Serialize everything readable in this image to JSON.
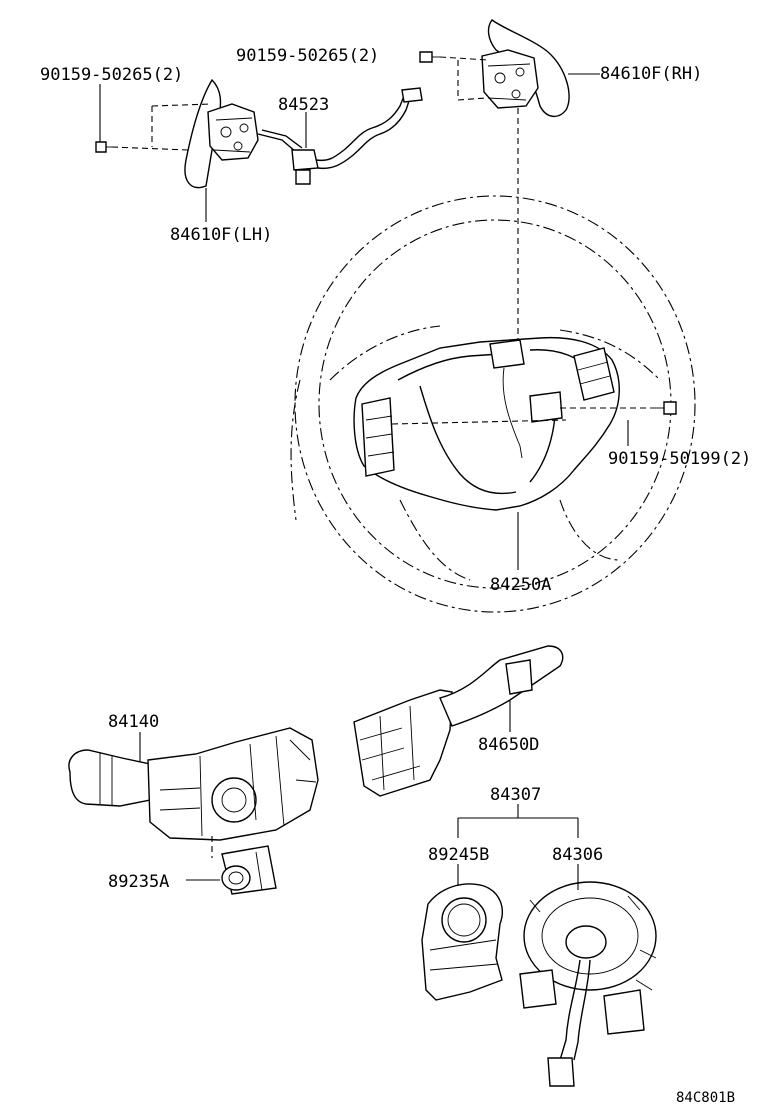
{
  "labels": {
    "bolt_lh": "90159-50265(2)",
    "bolt_rh": "90159-50265(2)",
    "paddle_rh": "84610F(RH)",
    "wire": "84523",
    "paddle_lh": "84610F(LH)",
    "bolt_switch": "90159-50199(2)",
    "wheel_switch": "84250A",
    "turn_switch": "84140",
    "wiper_switch": "84650D",
    "spiral_assy": "84307",
    "angle_sensor": "89245B",
    "spiral_cable": "84306",
    "lock_part": "89235A",
    "figure_code": "84C801B"
  }
}
